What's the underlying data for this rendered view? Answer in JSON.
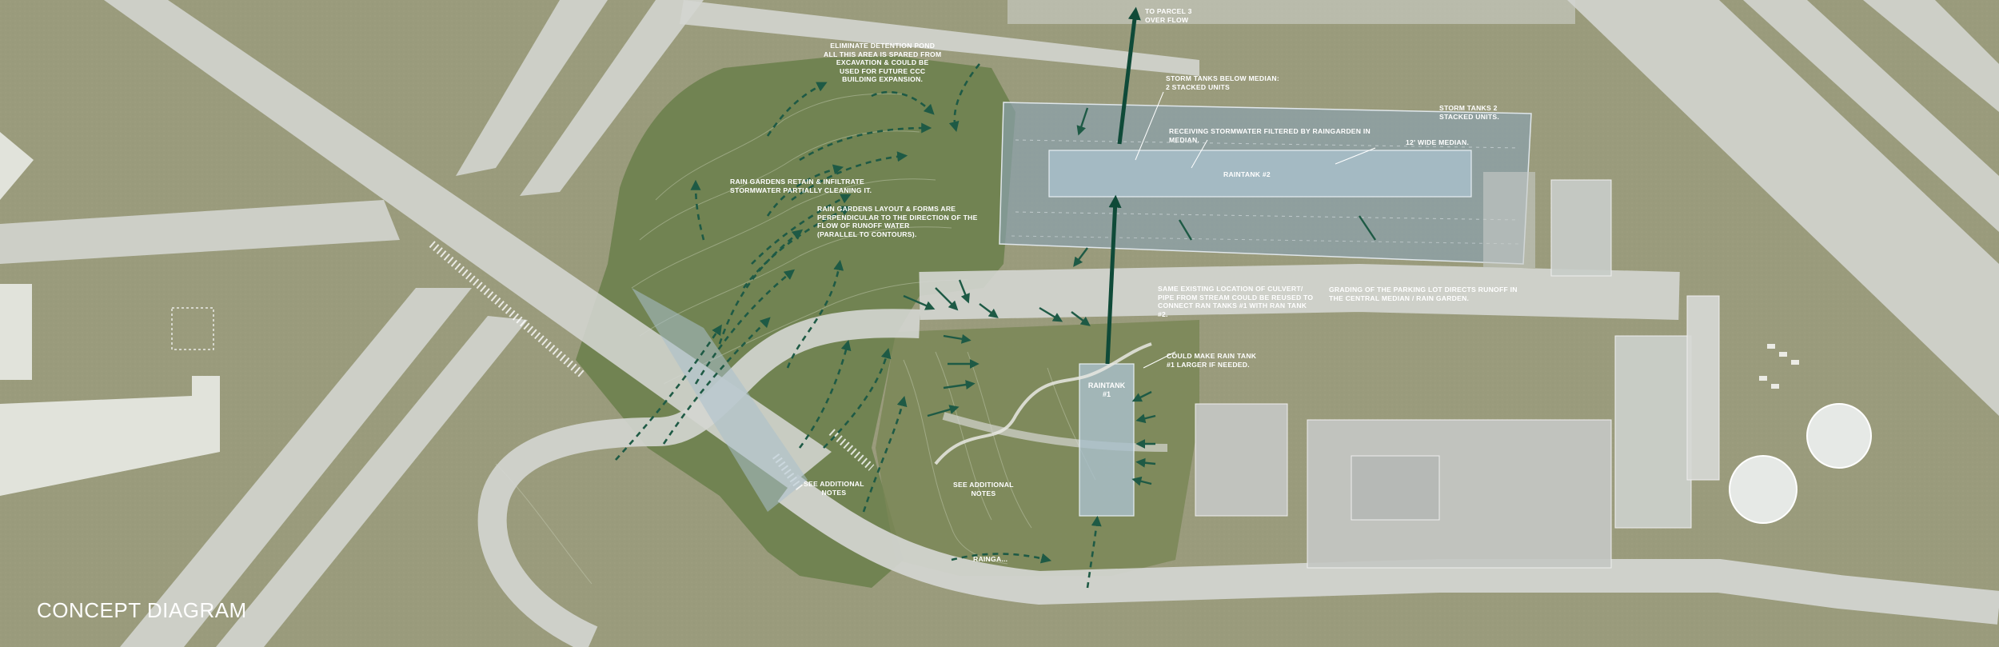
{
  "title": "CONCEPT DIAGRAM",
  "colors": {
    "background": "#9a9b7c",
    "green_zone": "#6f8250",
    "road": "#d4d6d1",
    "building": "#b8bdb9",
    "tank": "#a9c0cc",
    "arrow": "#1e5a45"
  },
  "annotations": {
    "parcel": "TO PARCEL 3\nOVER FLOW",
    "detention": "ELIMINATE DETENTION POND\nALL THIS AREA IS SPARED FROM\nEXCAVATION & COULD BE\nUSED FOR FUTURE CCC\nBUILDING EXPANSION.",
    "storm_median": "STORM TANKS BELOW MEDIAN:\n2 STACKED UNITS",
    "storm_right": "STORM TANKS 2\nSTACKED UNITS.",
    "receiving": "RECEIVING STORMWATER FILTERED BY RAINGARDEN IN\nMEDIAN.",
    "median_wide": "12' WIDE MEDIAN.",
    "raintank2": "RAINTANK #2",
    "rain_retain": "RAIN GARDENS RETAIN & INFILTRATE\nSTORMWATER PARTIALLY CLEANING IT.",
    "rain_layout": "RAIN GARDENS LAYOUT & FORMS ARE\nPERPENDICULAR TO THE DIRECTION OF THE\nFLOW OF RUNOFF WATER\n(PARALLEL TO CONTOURS).",
    "culvert": "SAME EXISTING LOCATION OF CULVERT/\nPIPE FROM STREAM COULD BE REUSED TO\nCONNECT RAN TANKS #1 WITH RAN TANK\n#2.",
    "grading": "GRADING OF THE PARKING LOT DIRECTS RUNOFF IN\nTHE CENTRAL MEDIAN / RAIN GARDEN.",
    "make_larger": "COULD MAKE RAIN TANK\n#1 LARGER IF NEEDED.",
    "raintank1": "RAINTANK\n#1",
    "see_notes_1": "SEE ADDITIONAL\nNOTES",
    "see_notes_2": "SEE ADDITIONAL\nNOTES",
    "raingarden": "RAINGA..."
  }
}
